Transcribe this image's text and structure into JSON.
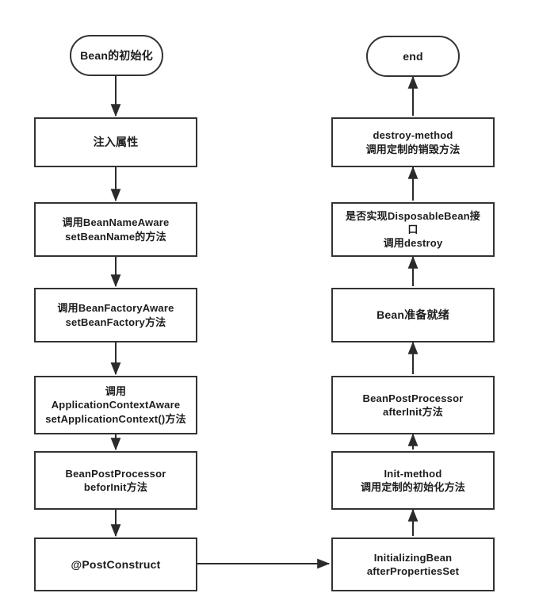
{
  "diagram": {
    "title": "Bean lifecycle flowchart",
    "stroke_color": "#333333",
    "fill_color": "#ffffff",
    "text_color": "#1c1c1c"
  },
  "left_column": {
    "nodes": [
      {
        "id": "bean-init-start",
        "shape": "terminal",
        "label": "Bean的初始化"
      },
      {
        "id": "inject-properties",
        "shape": "process",
        "label": "注入属性"
      },
      {
        "id": "bean-name-aware",
        "shape": "process",
        "label": "调用BeanNameAware\nsetBeanName的方法"
      },
      {
        "id": "bean-factory-aware",
        "shape": "process",
        "label": "调用BeanFactoryAware\nsetBeanFactory方法"
      },
      {
        "id": "application-context-aware",
        "shape": "process",
        "label": "调用\nApplicationContextAware\nsetApplicationContext()方法"
      },
      {
        "id": "bean-post-processor-before",
        "shape": "process",
        "label": "BeanPostProcessor\nbeforInit方法"
      },
      {
        "id": "post-construct",
        "shape": "process",
        "label": "@PostConstruct"
      }
    ]
  },
  "right_column": {
    "nodes": [
      {
        "id": "end-terminal",
        "shape": "terminal",
        "label": "end"
      },
      {
        "id": "destroy-method",
        "shape": "process",
        "label": "destroy-method\n调用定制的销毁方法"
      },
      {
        "id": "disposable-bean",
        "shape": "process",
        "label": "是否实现DisposableBean接\n口\n调用destroy"
      },
      {
        "id": "bean-ready",
        "shape": "process",
        "label": "Bean准备就绪"
      },
      {
        "id": "bean-post-processor-after",
        "shape": "process",
        "label": "BeanPostProcessor\nafterInit方法"
      },
      {
        "id": "init-method",
        "shape": "process",
        "label": "Init-method\n调用定制的初始化方法"
      },
      {
        "id": "initializing-bean",
        "shape": "process",
        "label": "InitializingBean\nafterPropertiesSet"
      }
    ]
  },
  "connectors": {
    "count": 12,
    "cross_link_label": "",
    "direction_left": "downward",
    "direction_right": "upward"
  }
}
